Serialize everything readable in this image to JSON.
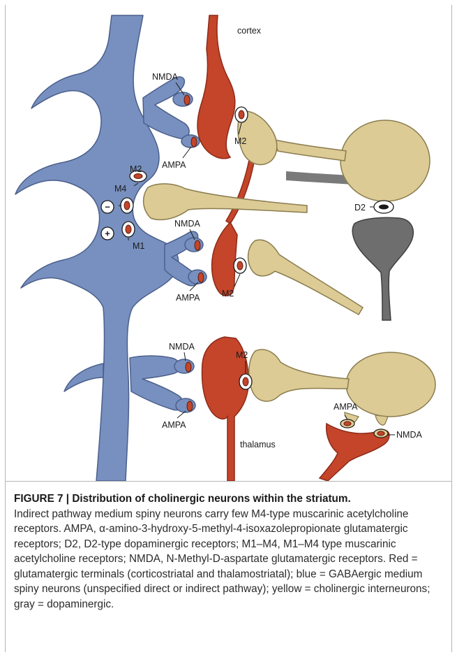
{
  "labels": {
    "cortex": "cortex",
    "thalamus": "thalamus",
    "nmda": "NMDA",
    "ampa": "AMPA",
    "m1": "M1",
    "m2": "M2",
    "m4": "M4",
    "d2": "D2",
    "minus": "−",
    "plus": "+"
  },
  "colors": {
    "msn_blue": "#7890bf",
    "glutamatergic_red": "#c4452a",
    "cholinergic_tan": "#dccb95",
    "dopaminergic_gray": "#6e6e6e"
  },
  "caption": {
    "title": "FIGURE 7 | Distribution of cholinergic neurons within the striatum.",
    "text": "Indirect pathway medium spiny neurons carry few M4-type muscarinic acetylcholine receptors. AMPA, α-amino-3-hydroxy-5-methyl-4-isoxazolepropionate glutamatergic receptors; D2, D2-type dopaminergic receptors; M1–M4, M1–M4 type muscarinic acetylcholine receptors; NMDA, N-Methyl-D-aspartate glutamatergic receptors. Red = glutamatergic terminals (corticostriatal and thalamostriatal); blue = GABAergic medium spiny neurons (unspecified direct or indirect pathway); yellow = cholinergic interneurons; gray = dopaminergic."
  }
}
